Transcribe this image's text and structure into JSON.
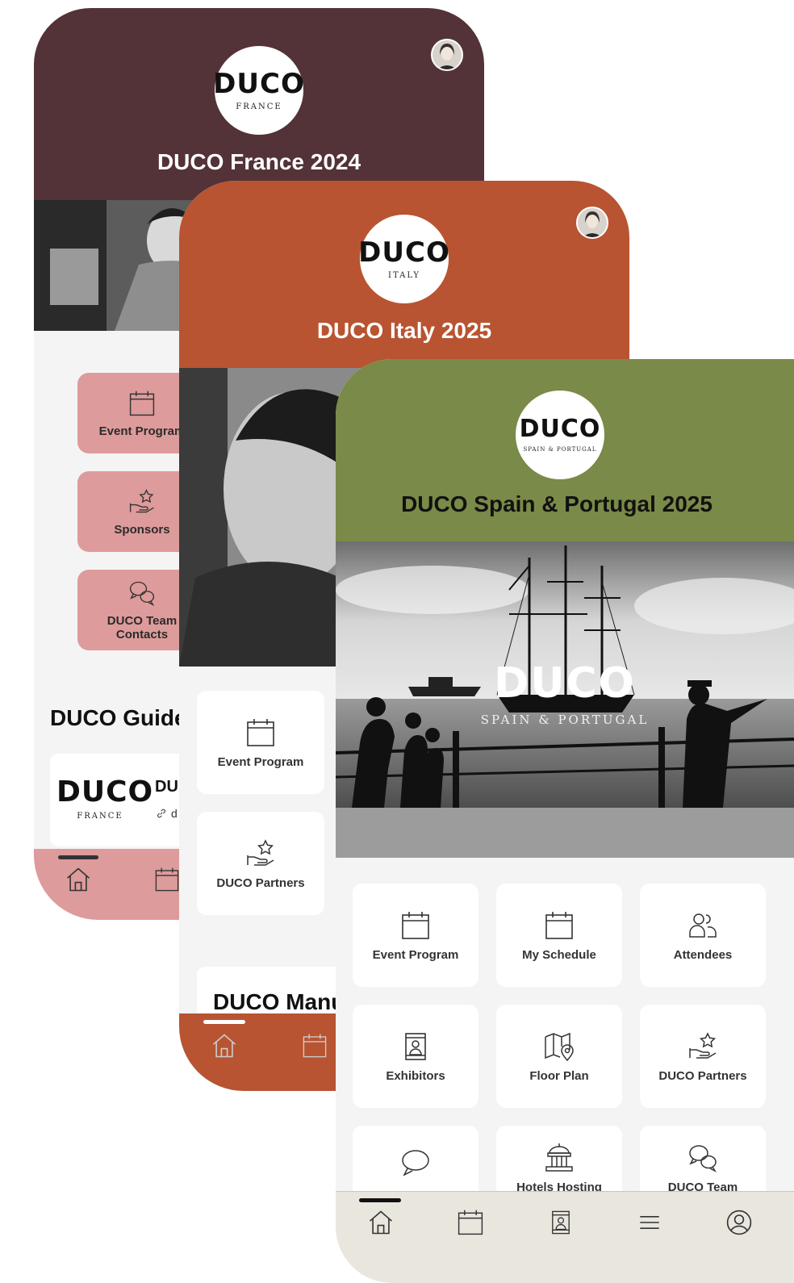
{
  "france": {
    "logo": {
      "word": "DUCO",
      "sub": "FRANCE"
    },
    "title": "DUCO France 2024",
    "colors": {
      "header": "#533238",
      "tile": "#de9b9b",
      "bar": "#de9b9b"
    },
    "tiles": [
      {
        "label": "Event Program",
        "icon": "calendar-icon"
      },
      {
        "label": "Sponsors",
        "icon": "hand-star-icon"
      },
      {
        "label": "DUCO Team Contacts",
        "icon": "chat-bubbles-icon"
      }
    ],
    "guide": {
      "heading": "DUCO Guide",
      "card_logo": "DUCO",
      "card_logo_sub": "FRANCE",
      "card_title": "DU",
      "card_link": "d"
    }
  },
  "italy": {
    "logo": {
      "word": "DUCO",
      "sub": "ITALY"
    },
    "title": "DUCO Italy 2025",
    "colors": {
      "header": "#b85431",
      "bar": "#b85431"
    },
    "tiles": [
      {
        "label": "Event Program",
        "icon": "calendar-icon"
      },
      {
        "label": "DUCO Partners",
        "icon": "hand-star-icon"
      }
    ],
    "manual_heading": "DUCO Manu"
  },
  "spain": {
    "logo": {
      "word": "DUCO",
      "sub": "SPAIN & PORTUGAL"
    },
    "title": "DUCO Spain & Portugal 2025",
    "colors": {
      "header": "#7a8a48",
      "bar": "#e9e6de"
    },
    "photo_overlay": {
      "word": "DUCO",
      "sub": "SPAIN & PORTUGAL"
    },
    "tiles": [
      {
        "label": "Event Program",
        "icon": "calendar-icon"
      },
      {
        "label": "My Schedule",
        "icon": "calendar-icon"
      },
      {
        "label": "Attendees",
        "icon": "people-icon"
      },
      {
        "label": "Exhibitors",
        "icon": "booth-icon"
      },
      {
        "label": "Floor Plan",
        "icon": "map-pin-icon"
      },
      {
        "label": "DUCO Partners",
        "icon": "hand-star-icon"
      },
      {
        "label": "",
        "icon": "chat-bubble-icon"
      },
      {
        "label": "Hotels Hosting",
        "icon": "building-icon"
      },
      {
        "label": "DUCO Team",
        "icon": "chat-bubbles-icon"
      }
    ],
    "nav": [
      "home-icon",
      "calendar-icon",
      "booth-icon",
      "menu-icon",
      "profile-icon"
    ]
  }
}
